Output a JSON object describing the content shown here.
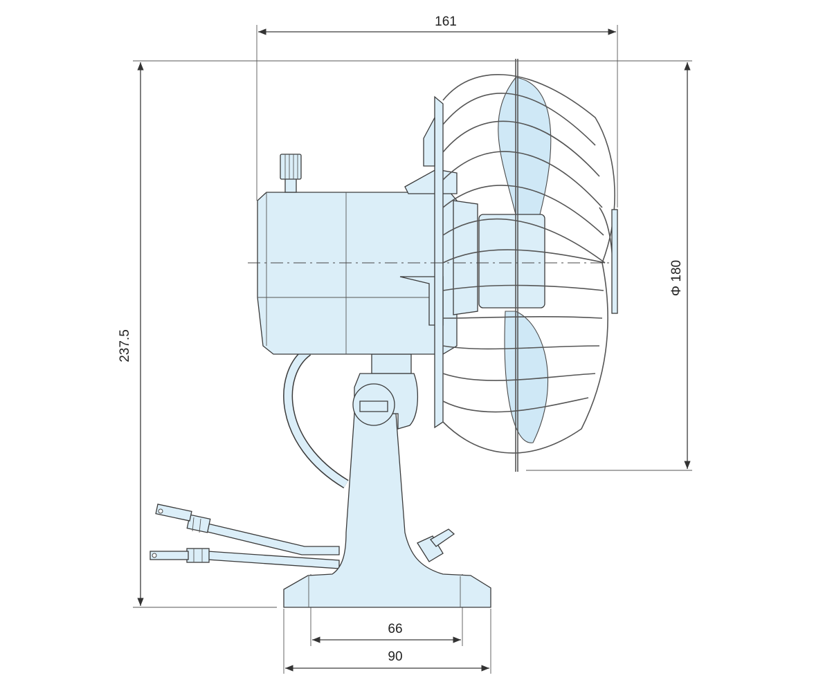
{
  "dimensions": {
    "overall_depth": "161",
    "overall_height": "237.5",
    "guard_diameter": "Φ 180",
    "mount_hole_spacing": "66",
    "base_width": "90"
  },
  "colors": {
    "fill": "#dbeef8",
    "stroke": "#3a3a3a",
    "background": "#ffffff"
  }
}
